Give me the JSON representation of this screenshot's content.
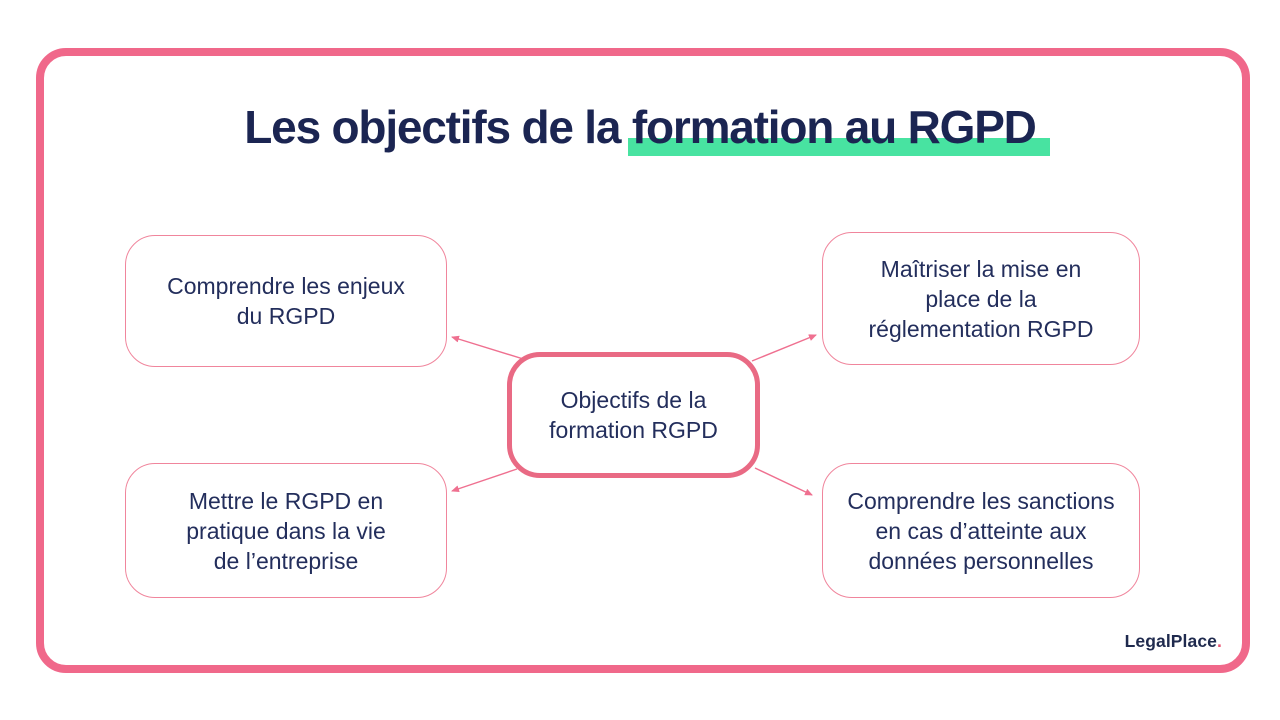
{
  "header": {
    "title_prefix": "Les objectifs de la ",
    "title_highlight": "formation au RGPD"
  },
  "diagram": {
    "center": {
      "text": "Objectifs de la\nformation RGPD"
    },
    "nodes": [
      {
        "id": "top-left",
        "text": "Comprendre les enjeux\ndu RGPD"
      },
      {
        "id": "top-right",
        "text": "Maîtriser la mise en\nplace de la\nréglementation RGPD"
      },
      {
        "id": "bottom-left",
        "text": "Mettre le RGPD en\npratique dans la vie\nde l’entreprise"
      },
      {
        "id": "bottom-right",
        "text": "Comprendre les sanctions\nen cas d’atteinte aux\ndonnées personnelles"
      }
    ]
  },
  "branding": {
    "logo_text": "LegalPlace",
    "logo_dot": "."
  },
  "colors": {
    "accent_pink": "#f0688a",
    "center_pink": "#e96a84",
    "border_light": "#f0859c",
    "arrow_pink": "#ef7090",
    "highlight_green": "#48e3a1",
    "navy_title": "#1b2552",
    "navy_text": "#232e5c",
    "logo_navy": "#1f2a4e",
    "logo_dot": "#e85672"
  }
}
